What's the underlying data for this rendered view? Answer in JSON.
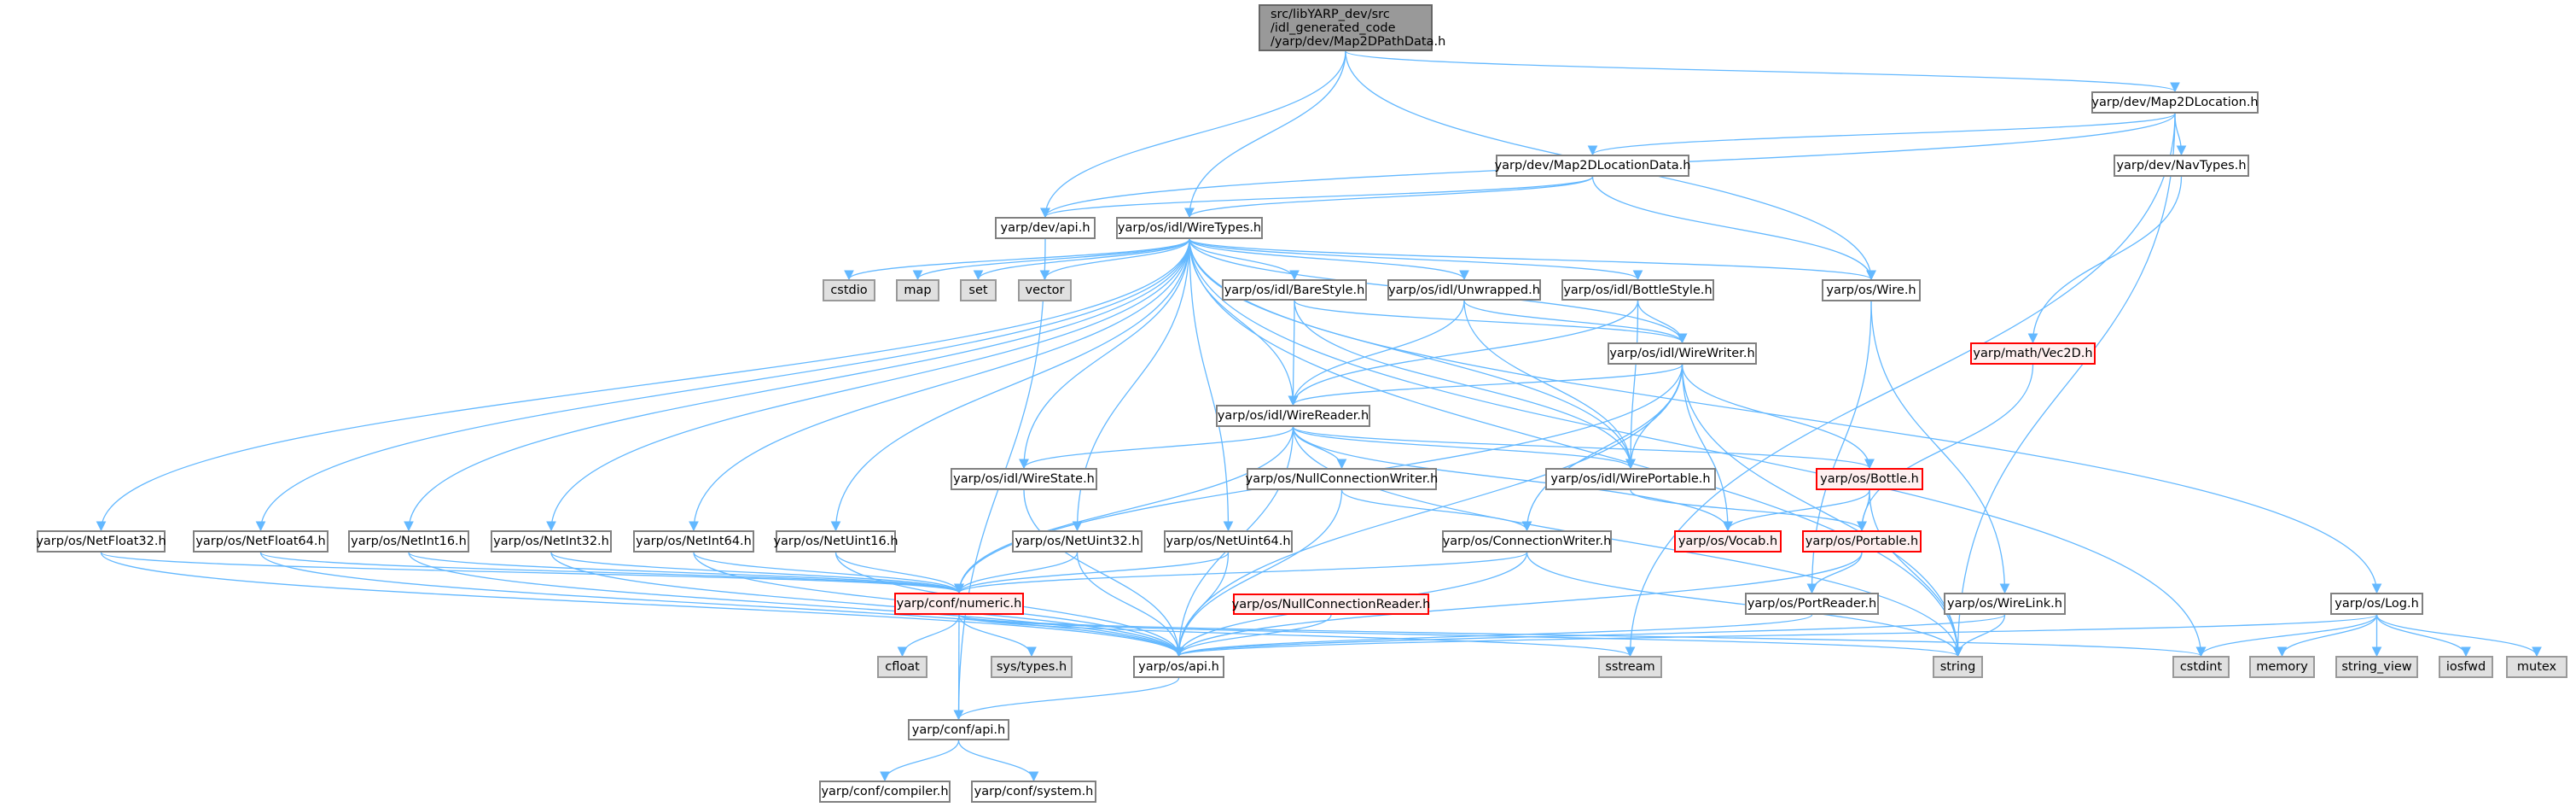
{
  "diagram": {
    "type": "include-dependency-graph",
    "edge_color": "#63b8ff",
    "colors": {
      "root_fill": "#999999",
      "node_fill": "#ffffff",
      "system_fill": "#e0e0e0",
      "truncated_border": "#ff0000",
      "truncated_fill": "#fff0f0"
    },
    "nodes": [
      {
        "id": "root",
        "label": "src/libYARP_dev/src\n/idl_generated_code\n/yarp/dev/Map2DPathData.h",
        "kind": "root"
      },
      {
        "id": "devapi",
        "label": "yarp/dev/api.h",
        "kind": "normal"
      },
      {
        "id": "wiretypes",
        "label": "yarp/os/idl/WireTypes.h",
        "kind": "normal"
      },
      {
        "id": "map2dloc",
        "label": "yarp/dev/Map2DLocation.h",
        "kind": "normal"
      },
      {
        "id": "map2dlocdata",
        "label": "yarp/dev/Map2DLocationData.h",
        "kind": "normal"
      },
      {
        "id": "navtypes",
        "label": "yarp/dev/NavTypes.h",
        "kind": "normal"
      },
      {
        "id": "cstdio",
        "label": "cstdio",
        "kind": "system"
      },
      {
        "id": "map",
        "label": "map",
        "kind": "system"
      },
      {
        "id": "set",
        "label": "set",
        "kind": "system"
      },
      {
        "id": "vector",
        "label": "vector",
        "kind": "system"
      },
      {
        "id": "barestyle",
        "label": "yarp/os/idl/BareStyle.h",
        "kind": "normal"
      },
      {
        "id": "unwrapped",
        "label": "yarp/os/idl/Unwrapped.h",
        "kind": "normal"
      },
      {
        "id": "bottlestyle",
        "label": "yarp/os/idl/BottleStyle.h",
        "kind": "normal"
      },
      {
        "id": "wire",
        "label": "yarp/os/Wire.h",
        "kind": "normal"
      },
      {
        "id": "wirewriter",
        "label": "yarp/os/idl/WireWriter.h",
        "kind": "normal"
      },
      {
        "id": "vec2d",
        "label": "yarp/math/Vec2D.h",
        "kind": "truncated"
      },
      {
        "id": "wirereader",
        "label": "yarp/os/idl/WireReader.h",
        "kind": "normal"
      },
      {
        "id": "wirestate",
        "label": "yarp/os/idl/WireState.h",
        "kind": "normal"
      },
      {
        "id": "nullconnwriter",
        "label": "yarp/os/NullConnectionWriter.h",
        "kind": "normal"
      },
      {
        "id": "wireportable",
        "label": "yarp/os/idl/WirePortable.h",
        "kind": "normal"
      },
      {
        "id": "bottle",
        "label": "yarp/os/Bottle.h",
        "kind": "truncated"
      },
      {
        "id": "netfloat32",
        "label": "yarp/os/NetFloat32.h",
        "kind": "normal"
      },
      {
        "id": "netfloat64",
        "label": "yarp/os/NetFloat64.h",
        "kind": "normal"
      },
      {
        "id": "netint16",
        "label": "yarp/os/NetInt16.h",
        "kind": "normal"
      },
      {
        "id": "netint32",
        "label": "yarp/os/NetInt32.h",
        "kind": "normal"
      },
      {
        "id": "netint64",
        "label": "yarp/os/NetInt64.h",
        "kind": "normal"
      },
      {
        "id": "netuint16",
        "label": "yarp/os/NetUint16.h",
        "kind": "normal"
      },
      {
        "id": "netuint32",
        "label": "yarp/os/NetUint32.h",
        "kind": "normal"
      },
      {
        "id": "netuint64",
        "label": "yarp/os/NetUint64.h",
        "kind": "normal"
      },
      {
        "id": "connwriter",
        "label": "yarp/os/ConnectionWriter.h",
        "kind": "normal"
      },
      {
        "id": "vocab",
        "label": "yarp/os/Vocab.h",
        "kind": "truncated"
      },
      {
        "id": "portable",
        "label": "yarp/os/Portable.h",
        "kind": "truncated"
      },
      {
        "id": "numeric",
        "label": "yarp/conf/numeric.h",
        "kind": "truncated"
      },
      {
        "id": "nullconnreader",
        "label": "yarp/os/NullConnectionReader.h",
        "kind": "truncated"
      },
      {
        "id": "portreader",
        "label": "yarp/os/PortReader.h",
        "kind": "normal"
      },
      {
        "id": "wirelink",
        "label": "yarp/os/WireLink.h",
        "kind": "normal"
      },
      {
        "id": "log",
        "label": "yarp/os/Log.h",
        "kind": "normal"
      },
      {
        "id": "cfloat",
        "label": "cfloat",
        "kind": "system"
      },
      {
        "id": "systypes",
        "label": "sys/types.h",
        "kind": "system"
      },
      {
        "id": "osapi",
        "label": "yarp/os/api.h",
        "kind": "normal"
      },
      {
        "id": "sstream",
        "label": "sstream",
        "kind": "system"
      },
      {
        "id": "string",
        "label": "string",
        "kind": "system"
      },
      {
        "id": "cstdint",
        "label": "cstdint",
        "kind": "system"
      },
      {
        "id": "memory",
        "label": "memory",
        "kind": "system"
      },
      {
        "id": "string_view",
        "label": "string_view",
        "kind": "system"
      },
      {
        "id": "iosfwd",
        "label": "iosfwd",
        "kind": "system"
      },
      {
        "id": "mutex",
        "label": "mutex",
        "kind": "system"
      },
      {
        "id": "confapi",
        "label": "yarp/conf/api.h",
        "kind": "normal"
      },
      {
        "id": "compiler",
        "label": "yarp/conf/compiler.h",
        "kind": "normal"
      },
      {
        "id": "system",
        "label": "yarp/conf/system.h",
        "kind": "normal"
      }
    ],
    "edges": [
      [
        "root",
        "devapi"
      ],
      [
        "root",
        "wiretypes"
      ],
      [
        "root",
        "map2dloc"
      ],
      [
        "root",
        "wire"
      ],
      [
        "map2dloc",
        "map2dlocdata"
      ],
      [
        "map2dloc",
        "devapi"
      ],
      [
        "map2dloc",
        "navtypes"
      ],
      [
        "map2dloc",
        "sstream"
      ],
      [
        "map2dloc",
        "string"
      ],
      [
        "map2dlocdata",
        "devapi"
      ],
      [
        "map2dlocdata",
        "wiretypes"
      ],
      [
        "map2dlocdata",
        "wire"
      ],
      [
        "navtypes",
        "vec2d"
      ],
      [
        "devapi",
        "confapi"
      ],
      [
        "wiretypes",
        "cstdio"
      ],
      [
        "wiretypes",
        "map"
      ],
      [
        "wiretypes",
        "set"
      ],
      [
        "wiretypes",
        "vector"
      ],
      [
        "wiretypes",
        "barestyle"
      ],
      [
        "wiretypes",
        "unwrapped"
      ],
      [
        "wiretypes",
        "bottlestyle"
      ],
      [
        "wiretypes",
        "wire"
      ],
      [
        "wiretypes",
        "wirewriter"
      ],
      [
        "wiretypes",
        "wirereader"
      ],
      [
        "wiretypes",
        "wirestate"
      ],
      [
        "wiretypes",
        "wireportable"
      ],
      [
        "wiretypes",
        "netfloat32"
      ],
      [
        "wiretypes",
        "netfloat64"
      ],
      [
        "wiretypes",
        "netint16"
      ],
      [
        "wiretypes",
        "netint32"
      ],
      [
        "wiretypes",
        "netint64"
      ],
      [
        "wiretypes",
        "netuint16"
      ],
      [
        "wiretypes",
        "netuint32"
      ],
      [
        "wiretypes",
        "netuint64"
      ],
      [
        "wiretypes",
        "log"
      ],
      [
        "wiretypes",
        "cstdint"
      ],
      [
        "wiretypes",
        "string"
      ],
      [
        "barestyle",
        "wirereader"
      ],
      [
        "barestyle",
        "wirewriter"
      ],
      [
        "barestyle",
        "wireportable"
      ],
      [
        "unwrapped",
        "wirereader"
      ],
      [
        "unwrapped",
        "wirewriter"
      ],
      [
        "unwrapped",
        "wireportable"
      ],
      [
        "bottlestyle",
        "wirereader"
      ],
      [
        "bottlestyle",
        "wirewriter"
      ],
      [
        "bottlestyle",
        "wireportable"
      ],
      [
        "wire",
        "portreader"
      ],
      [
        "wire",
        "wirelink"
      ],
      [
        "wirewriter",
        "wirereader"
      ],
      [
        "wirewriter",
        "wireportable"
      ],
      [
        "wirewriter",
        "bottle"
      ],
      [
        "wirewriter",
        "vocab"
      ],
      [
        "wirewriter",
        "connwriter"
      ],
      [
        "wirewriter",
        "numeric"
      ],
      [
        "wirewriter",
        "string"
      ],
      [
        "wirewriter",
        "osapi"
      ],
      [
        "wirereader",
        "wirestate"
      ],
      [
        "wirereader",
        "nullconnwriter"
      ],
      [
        "wirereader",
        "wireportable"
      ],
      [
        "wirereader",
        "bottle"
      ],
      [
        "wirereader",
        "vocab"
      ],
      [
        "wirereader",
        "numeric"
      ],
      [
        "wirereader",
        "string"
      ],
      [
        "wirereader",
        "osapi"
      ],
      [
        "wirestate",
        "osapi"
      ],
      [
        "nullconnwriter",
        "connwriter"
      ],
      [
        "nullconnwriter",
        "osapi"
      ],
      [
        "wireportable",
        "portable"
      ],
      [
        "bottle",
        "vocab"
      ],
      [
        "bottle",
        "portable"
      ],
      [
        "bottle",
        "string"
      ],
      [
        "vec2d",
        "portable"
      ],
      [
        "portable",
        "portreader"
      ],
      [
        "portable",
        "osapi"
      ],
      [
        "portreader",
        "osapi"
      ],
      [
        "wirelink",
        "osapi"
      ],
      [
        "wirelink",
        "string"
      ],
      [
        "connwriter",
        "numeric"
      ],
      [
        "connwriter",
        "osapi"
      ],
      [
        "connwriter",
        "string"
      ],
      [
        "netfloat32",
        "numeric"
      ],
      [
        "netfloat32",
        "osapi"
      ],
      [
        "netfloat64",
        "numeric"
      ],
      [
        "netfloat64",
        "osapi"
      ],
      [
        "netint16",
        "numeric"
      ],
      [
        "netint16",
        "osapi"
      ],
      [
        "netint32",
        "numeric"
      ],
      [
        "netint32",
        "osapi"
      ],
      [
        "netint64",
        "numeric"
      ],
      [
        "netint64",
        "osapi"
      ],
      [
        "netuint16",
        "numeric"
      ],
      [
        "netuint16",
        "osapi"
      ],
      [
        "netuint32",
        "numeric"
      ],
      [
        "netuint32",
        "osapi"
      ],
      [
        "netuint64",
        "numeric"
      ],
      [
        "netuint64",
        "osapi"
      ],
      [
        "nullconnreader",
        "osapi"
      ],
      [
        "numeric",
        "cfloat"
      ],
      [
        "numeric",
        "systypes"
      ],
      [
        "numeric",
        "confapi"
      ],
      [
        "numeric",
        "cstdint"
      ],
      [
        "numeric",
        "sstream"
      ],
      [
        "numeric",
        "string"
      ],
      [
        "osapi",
        "confapi"
      ],
      [
        "log",
        "osapi"
      ],
      [
        "log",
        "cstdint"
      ],
      [
        "log",
        "memory"
      ],
      [
        "log",
        "string_view"
      ],
      [
        "log",
        "iosfwd"
      ],
      [
        "log",
        "mutex"
      ],
      [
        "confapi",
        "compiler"
      ],
      [
        "confapi",
        "system"
      ]
    ]
  }
}
